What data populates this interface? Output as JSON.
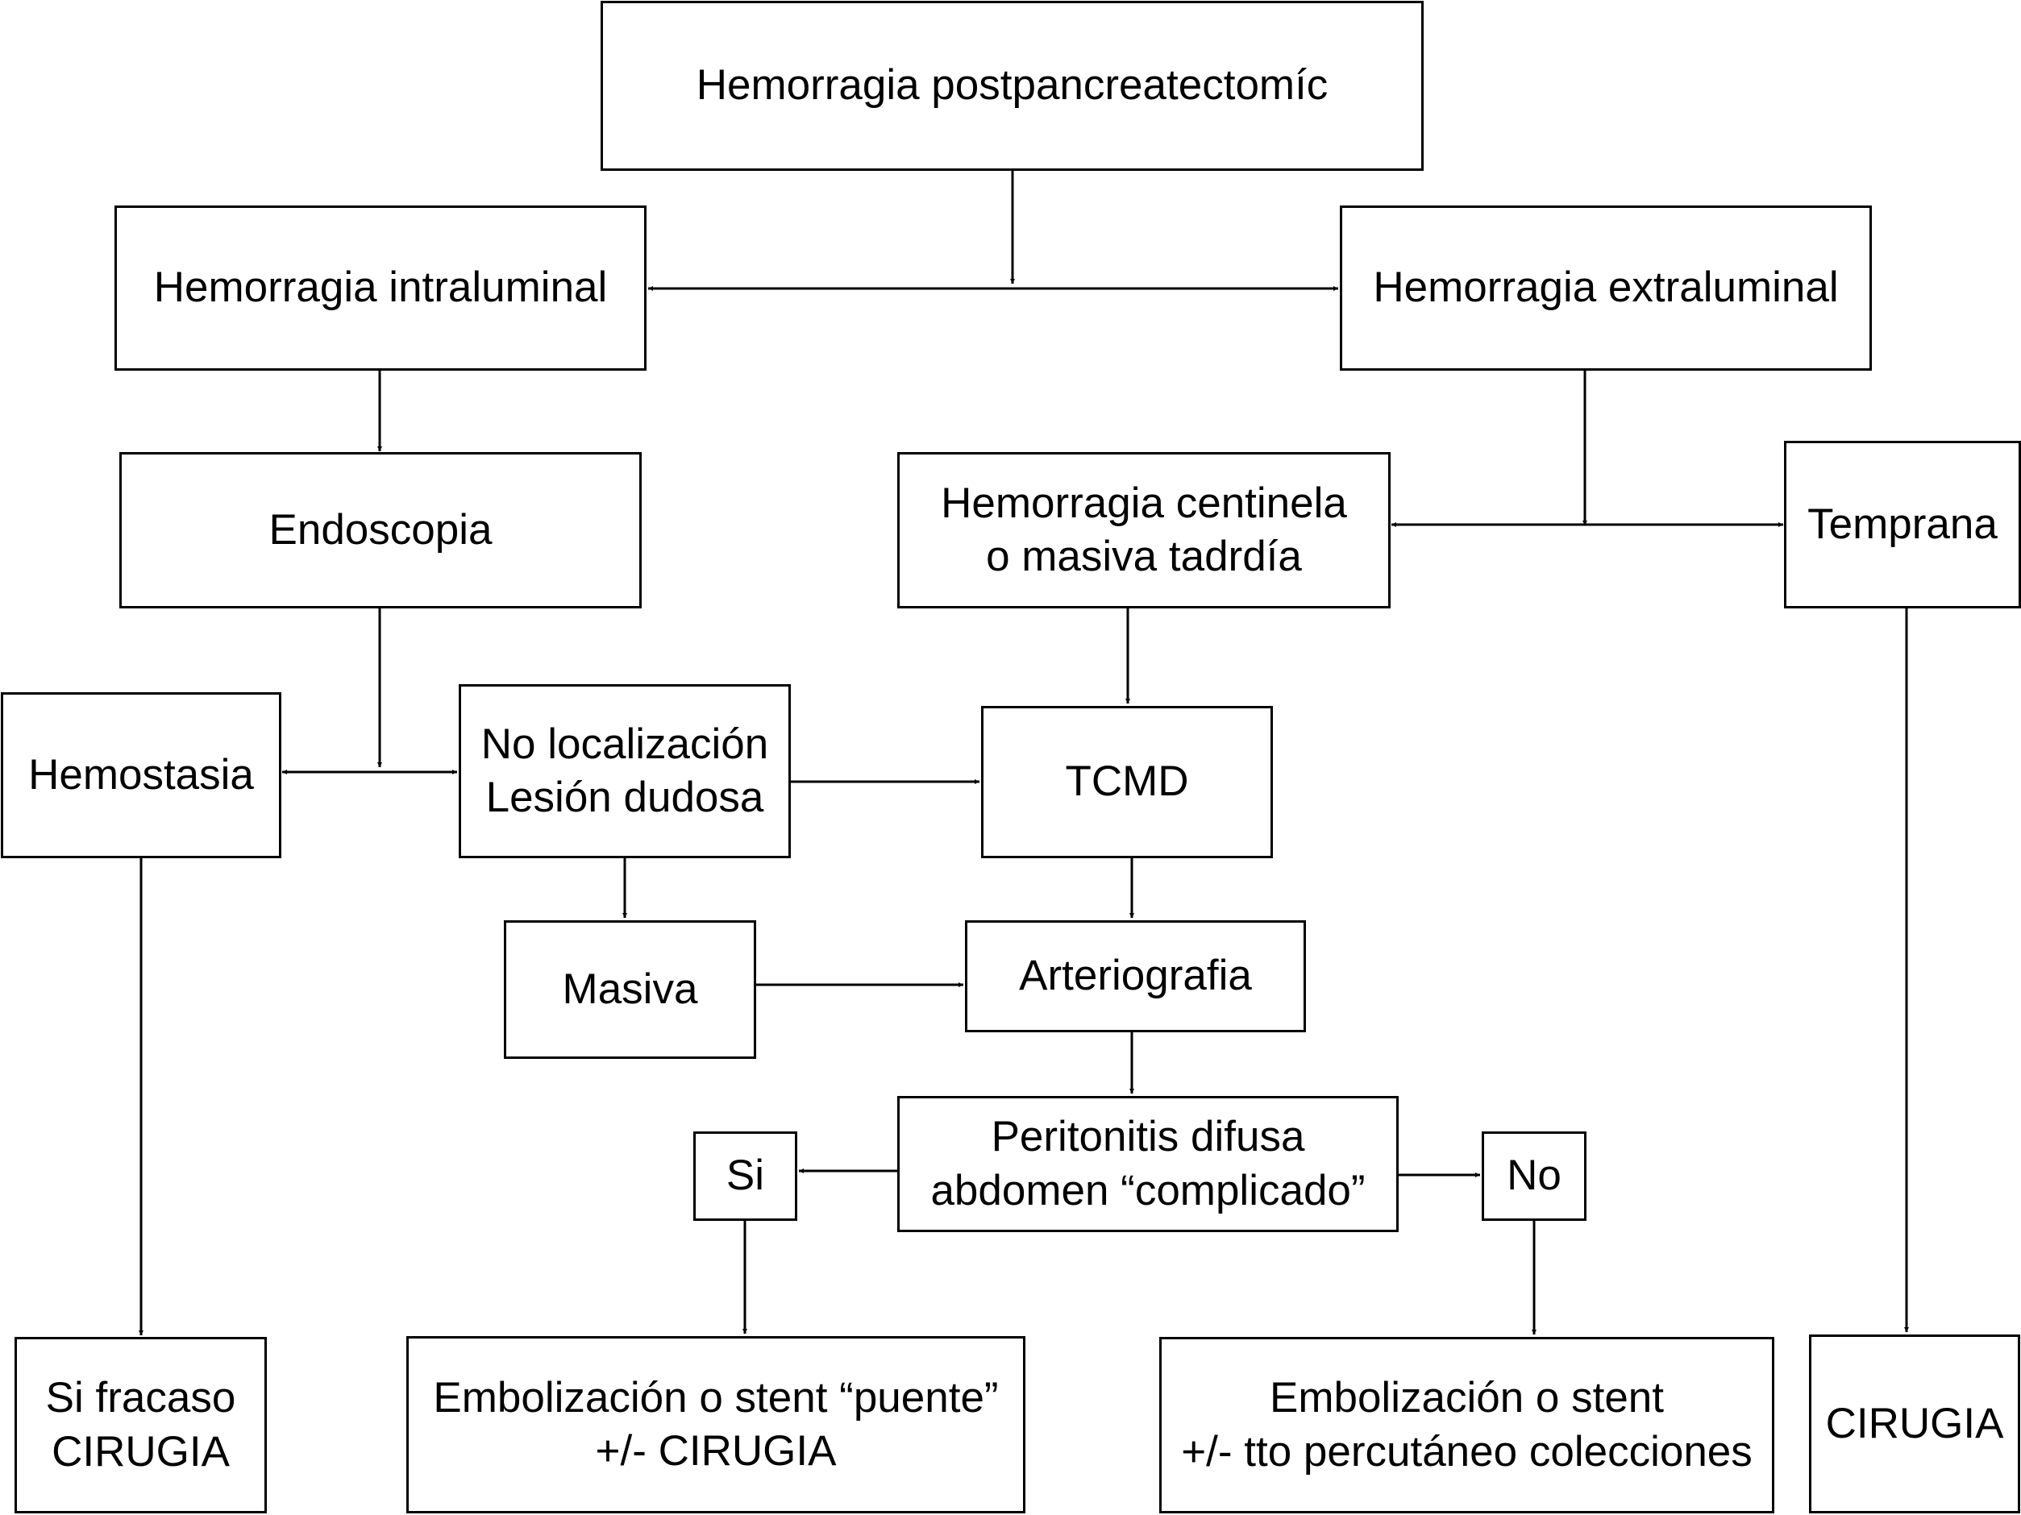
{
  "nodes": {
    "root": "Hemorragia postpancreatectomíc",
    "intraluminal": "Hemorragia intraluminal",
    "extraluminal": "Hemorragia extraluminal",
    "endoscopia": "Endoscopia",
    "centinela": "Hemorragia centinela\no masiva tadrdía",
    "temprana": "Temprana",
    "hemostasia": "Hemostasia",
    "no_localizacion": "No localización\nLesión dudosa",
    "tcmd": "TCMD",
    "masiva": "Masiva",
    "arteriografia": "Arteriografia",
    "peritonitis": "Peritonitis difusa\nabdomen “complicado”",
    "si": "Si",
    "no": "No",
    "si_fracaso": "Si fracaso\nCIRUGIA",
    "embolizacion_puente": "Embolización o stent “puente”\n+/- CIRUGIA",
    "embolizacion_stent": "Embolización o stent\n+/- tto percutáneo colecciones",
    "cirugia": "CIRUGIA"
  }
}
